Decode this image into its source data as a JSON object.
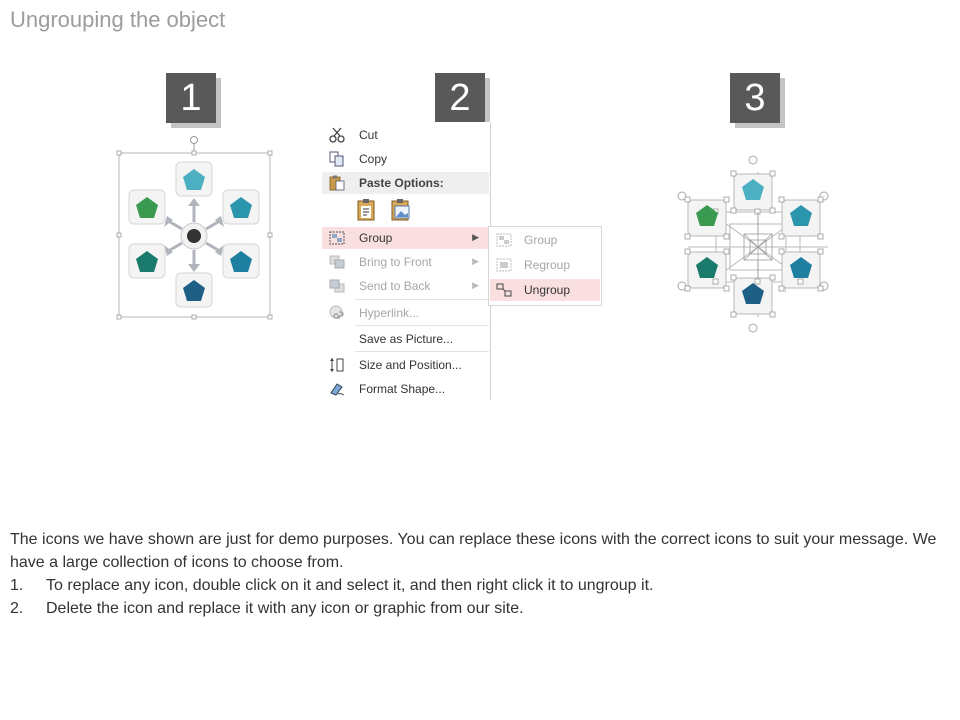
{
  "title": "Ungrouping the object",
  "steps": [
    "1",
    "2",
    "3"
  ],
  "context_menu": {
    "items": [
      {
        "label": "Cut",
        "icon": "scissors-icon"
      },
      {
        "label": "Copy",
        "icon": "copy-icon"
      },
      {
        "label": "Paste Options:",
        "icon": "paste-icon"
      },
      {
        "label": "Group",
        "icon": "group-icon"
      },
      {
        "label": "Bring to Front",
        "icon": "bring-to-front-icon"
      },
      {
        "label": "Send to Back",
        "icon": "send-to-back-icon"
      },
      {
        "label": "Hyperlink...",
        "icon": "hyperlink-icon"
      },
      {
        "label": "Save as Picture...",
        "icon": ""
      },
      {
        "label": "Size and Position...",
        "icon": "size-position-icon"
      },
      {
        "label": "Format Shape...",
        "icon": "format-shape-icon"
      }
    ],
    "paste_option_icons": [
      "paste-keep-formatting-icon",
      "paste-picture-icon"
    ],
    "submenu": [
      {
        "label": "Group",
        "icon": "group-icon"
      },
      {
        "label": "Regroup",
        "icon": "regroup-icon"
      },
      {
        "label": "Ungroup",
        "icon": "ungroup-icon"
      }
    ]
  },
  "colors": {
    "step_box": "#595959",
    "hover": "#f9dfdf",
    "pentagon_green": "#3a9a50",
    "pentagon_teal": "#1a7a6b",
    "pentagon_cyan": "#2a95ab",
    "pentagon_blue": "#1e5f86",
    "pentagon_light": "#4dafc2"
  },
  "description": {
    "intro": "The icons we have shown are just for demo purposes. You can replace these icons with the correct icons to suit your message. We have a large collection of icons to choose from.",
    "steps": [
      {
        "n": "1.",
        "text": "To replace any icon, double click on it and select it, and then right click it to ungroup it."
      },
      {
        "n": "2.",
        "text": "Delete the icon and replace it with any icon or graphic from our site."
      }
    ]
  }
}
